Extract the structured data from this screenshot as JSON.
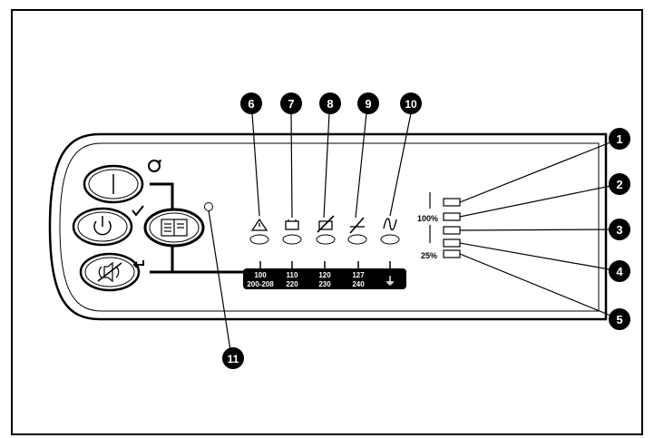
{
  "diagram": {
    "callouts": [
      "1",
      "2",
      "3",
      "4",
      "5",
      "6",
      "7",
      "8",
      "9",
      "10",
      "11"
    ],
    "load_scale": {
      "high": "100%",
      "low": "25%"
    },
    "voltage_scale": [
      {
        "top": "100",
        "bottom": "200-208"
      },
      {
        "top": "110",
        "bottom": "220"
      },
      {
        "top": "120",
        "bottom": "230"
      },
      {
        "top": "127",
        "bottom": "240"
      }
    ],
    "ground_symbol": "⏚",
    "icons": {
      "power_on": "power-on-icon",
      "standby": "standby-icon",
      "alarm_silence": "alarm-silence-icon",
      "info": "info-icon",
      "warning": "warning-icon",
      "battery": "battery-icon",
      "battery_fault": "battery-fault-icon",
      "bypass": "bypass-icon",
      "line_power": "sine-wave-icon",
      "cycle": "cycle-arrow-icon",
      "check": "check-icon",
      "enter": "enter-arrow-icon"
    },
    "colors": {
      "line": "#000000",
      "panel": "#ffffff",
      "callout": "#000000",
      "callout_text": "#ffffff"
    }
  }
}
